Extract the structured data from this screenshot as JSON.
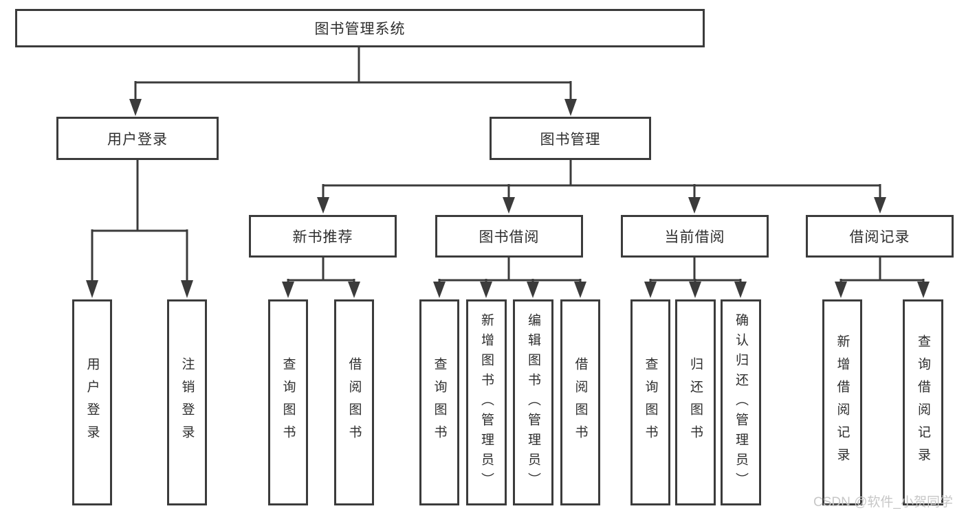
{
  "root": {
    "label": "图书管理系统"
  },
  "level2": [
    {
      "label": "用户登录"
    },
    {
      "label": "图书管理"
    }
  ],
  "level3": [
    {
      "label": "新书推荐"
    },
    {
      "label": "图书借阅"
    },
    {
      "label": "当前借阅"
    },
    {
      "label": "借阅记录"
    }
  ],
  "level4": {
    "user_login": [
      "用户登录",
      "注销登录"
    ],
    "new_books": [
      "查询图书",
      "借阅图书"
    ],
    "book_borrow": [
      "查询图书",
      "新增图书（管理员）",
      "编辑图书（管理员）",
      "借阅图书"
    ],
    "current_borrow": [
      "查询图书",
      "归还图书",
      "确认归还（管理员）"
    ],
    "borrow_records": [
      "新增借阅记录",
      "查询借阅记录"
    ]
  },
  "watermark": "CSDN @软件_小贺同学",
  "colors": {
    "border": "#3b3b3b",
    "line": "#3b3b3b",
    "text": "#2e2e2e",
    "watermark": "#c7c7c7",
    "background": "#ffffff"
  }
}
